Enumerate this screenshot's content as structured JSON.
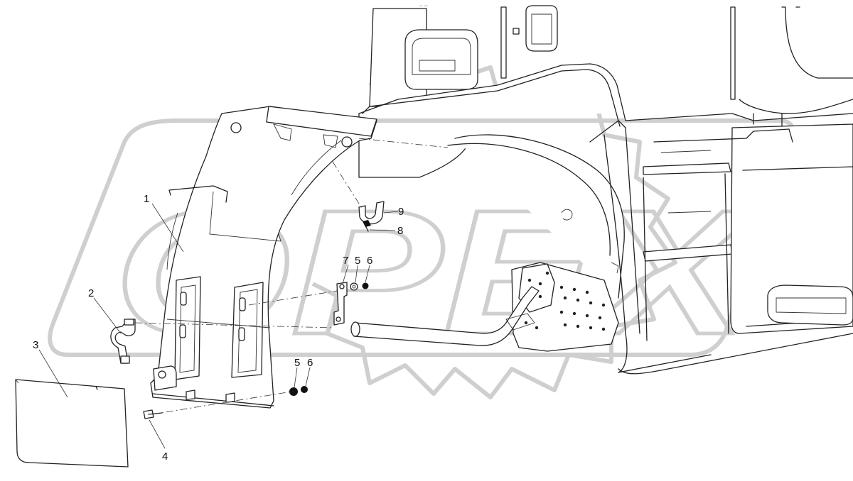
{
  "watermark": {
    "text": "OPEX",
    "color": "#cfcfcf"
  },
  "tiny_label": "◦◦ ◦◦◦",
  "callouts": [
    {
      "id": "c1",
      "label": "1"
    },
    {
      "id": "c2",
      "label": "2"
    },
    {
      "id": "c3",
      "label": "3"
    },
    {
      "id": "c4",
      "label": "4"
    },
    {
      "id": "c5a",
      "label": "5"
    },
    {
      "id": "c5b",
      "label": "5"
    },
    {
      "id": "c6a",
      "label": "6"
    },
    {
      "id": "c6b",
      "label": "6"
    },
    {
      "id": "c7",
      "label": "7"
    },
    {
      "id": "c8",
      "label": "8"
    },
    {
      "id": "c9",
      "label": "9"
    }
  ]
}
